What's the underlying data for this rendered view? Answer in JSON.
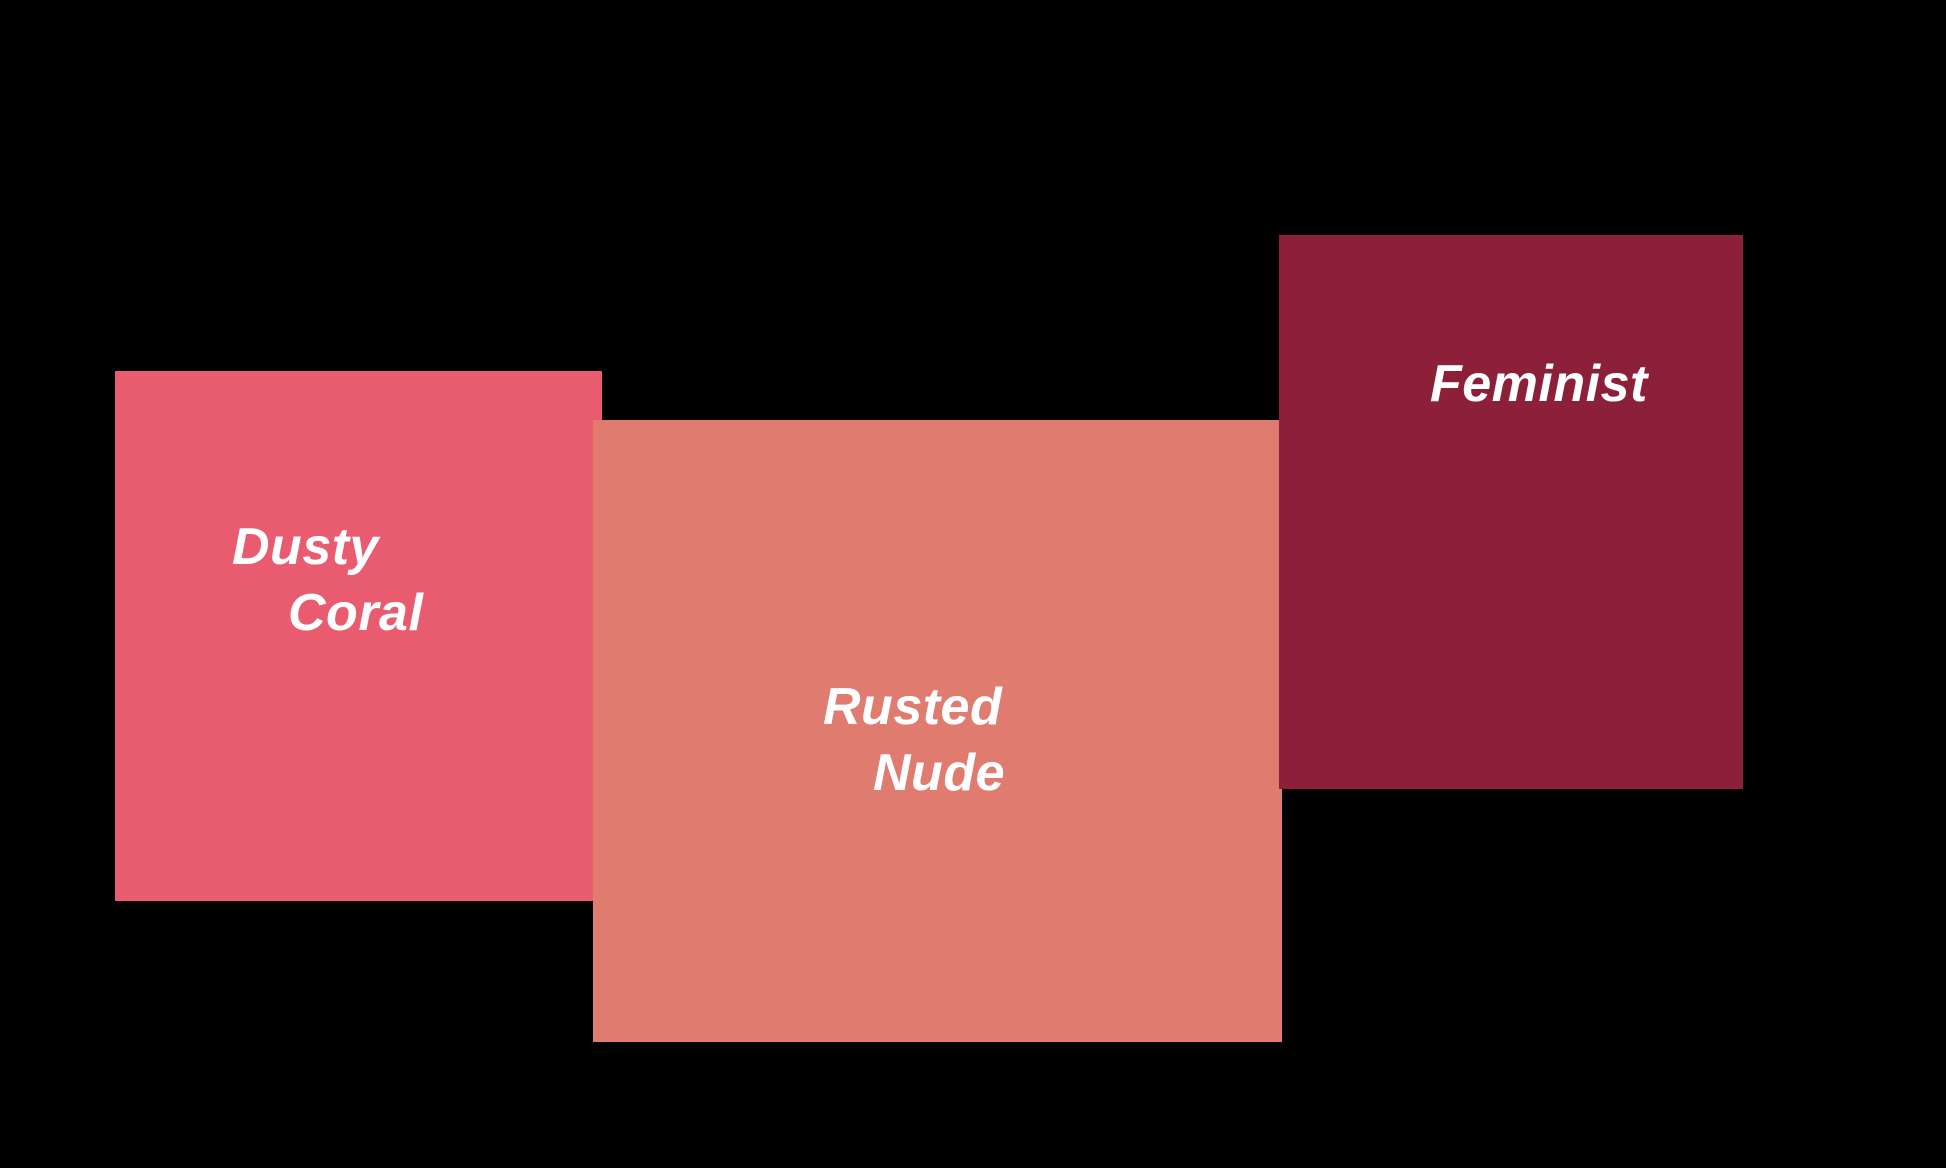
{
  "background_color": "#000000",
  "text_color": "#FFFFFF",
  "swatches": [
    {
      "name": "Dusty Coral",
      "lines": [
        "Dusty",
        "Coral"
      ],
      "color": "#E95B6F"
    },
    {
      "name": "Rusted Nude",
      "lines": [
        "Rusted",
        "Nude"
      ],
      "color": "#E07B70"
    },
    {
      "name": "Feminist",
      "lines": [
        "Feminist"
      ],
      "color": "#8D2039"
    }
  ]
}
